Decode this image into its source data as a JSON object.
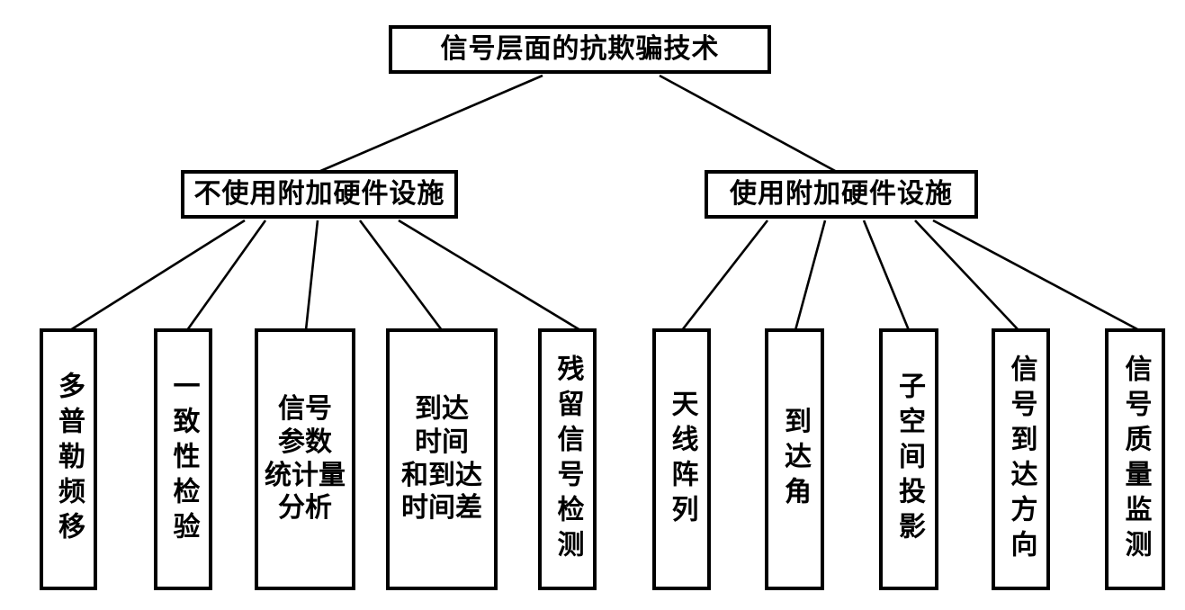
{
  "diagram": {
    "type": "tree",
    "root": {
      "label": "信号层面的抗欺骗技术"
    },
    "branches": [
      {
        "label": "不使用附加硬件设施",
        "children": [
          "多普勒频移",
          "一致性检验",
          "信号参数统计量分析",
          "到达时间和到达时间差",
          "残留信号检测"
        ]
      },
      {
        "label": "使用附加硬件设施",
        "children": [
          "天线阵列",
          "到达角",
          "子空间投影",
          "信号到达方向",
          "信号质量监测"
        ]
      }
    ],
    "leaves": [
      {
        "label": "多普勒频移",
        "display": "多普勒频移",
        "orientation": "vertical"
      },
      {
        "label": "一致性检验",
        "display": "一致性检验",
        "orientation": "vertical"
      },
      {
        "label": "信号参数统计量分析",
        "display": "信号\n参数\n统计量\n分析",
        "orientation": "horizontal-multiline"
      },
      {
        "label": "到达时间和到达时间差",
        "display": "到达\n时间\n和到达\n时间差",
        "orientation": "horizontal-multiline"
      },
      {
        "label": "残留信号检测",
        "display": "残留信号检测",
        "orientation": "vertical"
      },
      {
        "label": "天线阵列",
        "display": "天线阵列",
        "orientation": "vertical"
      },
      {
        "label": "到达角",
        "display": "到达角",
        "orientation": "vertical"
      },
      {
        "label": "子空间投影",
        "display": "子空间投影",
        "orientation": "vertical"
      },
      {
        "label": "信号到达方向",
        "display": "信号到达方向",
        "orientation": "vertical"
      },
      {
        "label": "信号质量监测",
        "display": "信号质量监测",
        "orientation": "vertical"
      }
    ],
    "colors": {
      "box_border": "#000000",
      "box_fill": "#ffffff",
      "line": "#000000",
      "text": "#000000"
    }
  }
}
